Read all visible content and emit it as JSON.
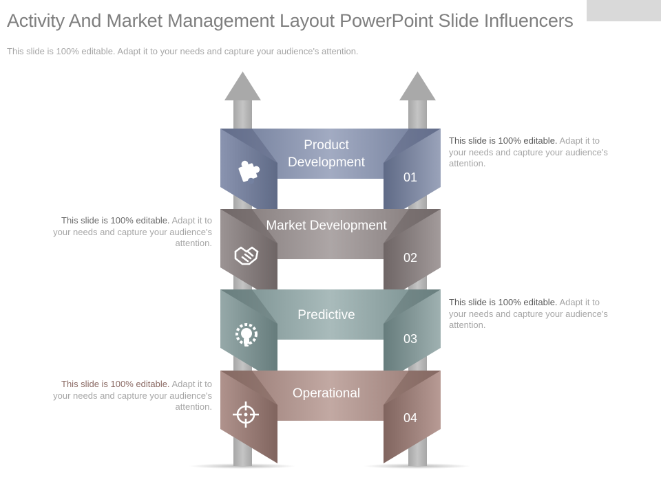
{
  "title": "Activity And Market Management Layout PowerPoint Slide Influencers",
  "subtitle": "This slide is 100% editable. Adapt it to your needs and capture your audience's attention.",
  "steps": [
    {
      "label": "Product Development",
      "number": "01",
      "icon": "puzzle-icon",
      "color": "#7f8aa6",
      "desc_lead": "This slide is 100% editable.",
      "desc_rest": "Adapt it to your needs and capture your audience's attention."
    },
    {
      "label": "Market Development",
      "number": "02",
      "icon": "handshake-icon",
      "color": "#918888",
      "desc_lead": "This slide is 100% editable.",
      "desc_rest": "Adapt it to your needs and capture your audience's attention."
    },
    {
      "label": "Predictive",
      "number": "03",
      "icon": "lightbulb-gear-icon",
      "color": "#8a9e9e",
      "desc_lead": "This slide is 100% editable.",
      "desc_rest": "Adapt it to your needs and capture your audience's attention."
    },
    {
      "label": "Operational",
      "number": "04",
      "icon": "crosshair-icon",
      "color": "#a88a84",
      "desc_lead": "This slide is 100% editable.",
      "desc_rest": "Adapt it to your needs and capture your audience's attention."
    }
  ]
}
